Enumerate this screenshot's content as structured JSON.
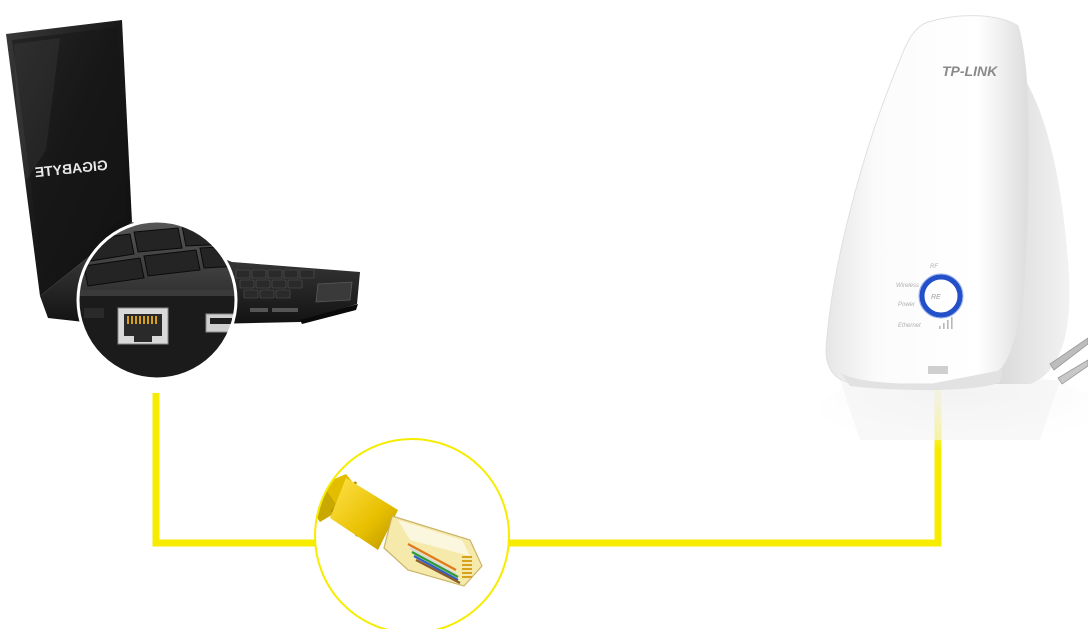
{
  "laptop": {
    "brand": "GIGABYTE"
  },
  "extender": {
    "brand": "TP-LINK",
    "led_labels": {
      "rf": "RF",
      "wireless": "Wireless",
      "power": "Power",
      "ethernet": "Ethernet"
    }
  },
  "colors": {
    "cable": "#f7ec00",
    "zoom_ring": "#f7ec00",
    "led_ring": "#2350c8",
    "laptop_body": "#1c1c1c",
    "extender_body": "#f4f4f4",
    "rj45_plug": "#e8c400"
  },
  "icons": {
    "laptop": "laptop-icon",
    "extender": "range-extender-icon",
    "ethernet_port": "ethernet-port-icon",
    "usb_port": "usb-port-icon",
    "rj45_plug": "rj45-connector-icon",
    "power_plug": "power-plug-icon",
    "signal_bars": "signal-bars-icon"
  }
}
